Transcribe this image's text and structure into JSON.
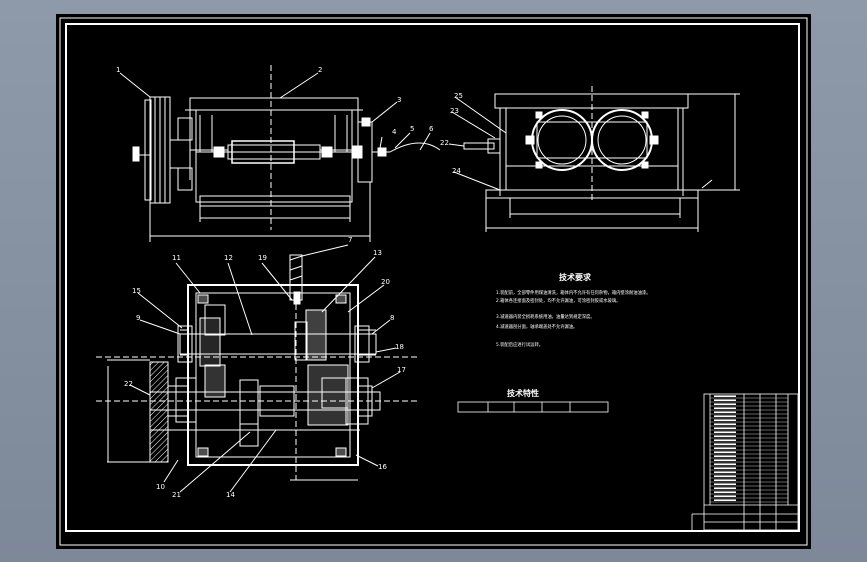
{
  "drawing": {
    "callouts_top_left": [
      "1",
      "2",
      "3",
      "4",
      "5",
      "6"
    ],
    "callouts_top_right": [
      "25",
      "23",
      "22",
      "24"
    ],
    "callouts_bottom": [
      "7",
      "11",
      "12",
      "19",
      "13",
      "20",
      "15",
      "9",
      "8",
      "18",
      "17",
      "22",
      "16",
      "10",
      "21",
      "14"
    ],
    "tech_requirements": {
      "title": "技术要求",
      "lines": [
        "1.装配前，全部零件用煤油清洗，箱体内不允许有任何杂物，箱内壁涂耐油油漆。",
        "2.箱体各连接面及密封处，均不允许漏油，可涂密封胶或水玻璃。",
        "3.减速器内装全损耗系统用油，油量达到规定深度。",
        "4.减速器剖分面，轴承端盖处不允许漏油。",
        "5.装配后应进行试运转。"
      ]
    },
    "tech_features": {
      "title": "技术特性"
    }
  }
}
